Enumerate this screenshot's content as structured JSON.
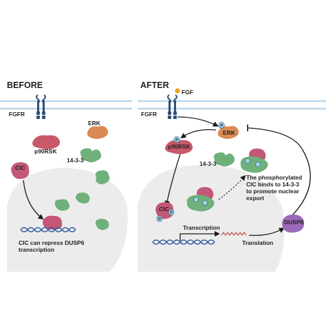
{
  "panels": {
    "before": {
      "title": "BEFORE",
      "receptor": "FGFR",
      "proteins": [
        "ERK",
        "p90RSK",
        "14-3-3",
        "CIC"
      ],
      "note_line1": "CIC can repress DUSP6",
      "note_line2": "transcription"
    },
    "after": {
      "title": "AFTER",
      "ligand": "FGF",
      "receptor": "FGFR",
      "proteins": [
        "ERK",
        "p90RSK",
        "14-3-3",
        "CIC",
        "DUSP6"
      ],
      "phospho_label": "P",
      "callout_lines": [
        "The phosphorylated",
        "CIC binds to 14-3-3",
        "to promote nuclear",
        "export"
      ],
      "transcription_label": "Transcription",
      "translation_label": "Translation"
    }
  },
  "colors": {
    "membrane": "#b9d6ea",
    "receptor": "#2e4f78",
    "erk": "#d98a55",
    "p90rsk": "#c8586a",
    "cic": "#c35876",
    "protein_1433": "#6fb07b",
    "dusp6": "#9b6ab8",
    "nucleus": "#ececec",
    "phospho": "#9fd6e8",
    "fgf": "#f0a11f",
    "dna": "#2d5aa0",
    "mrna": "#c0504d"
  }
}
